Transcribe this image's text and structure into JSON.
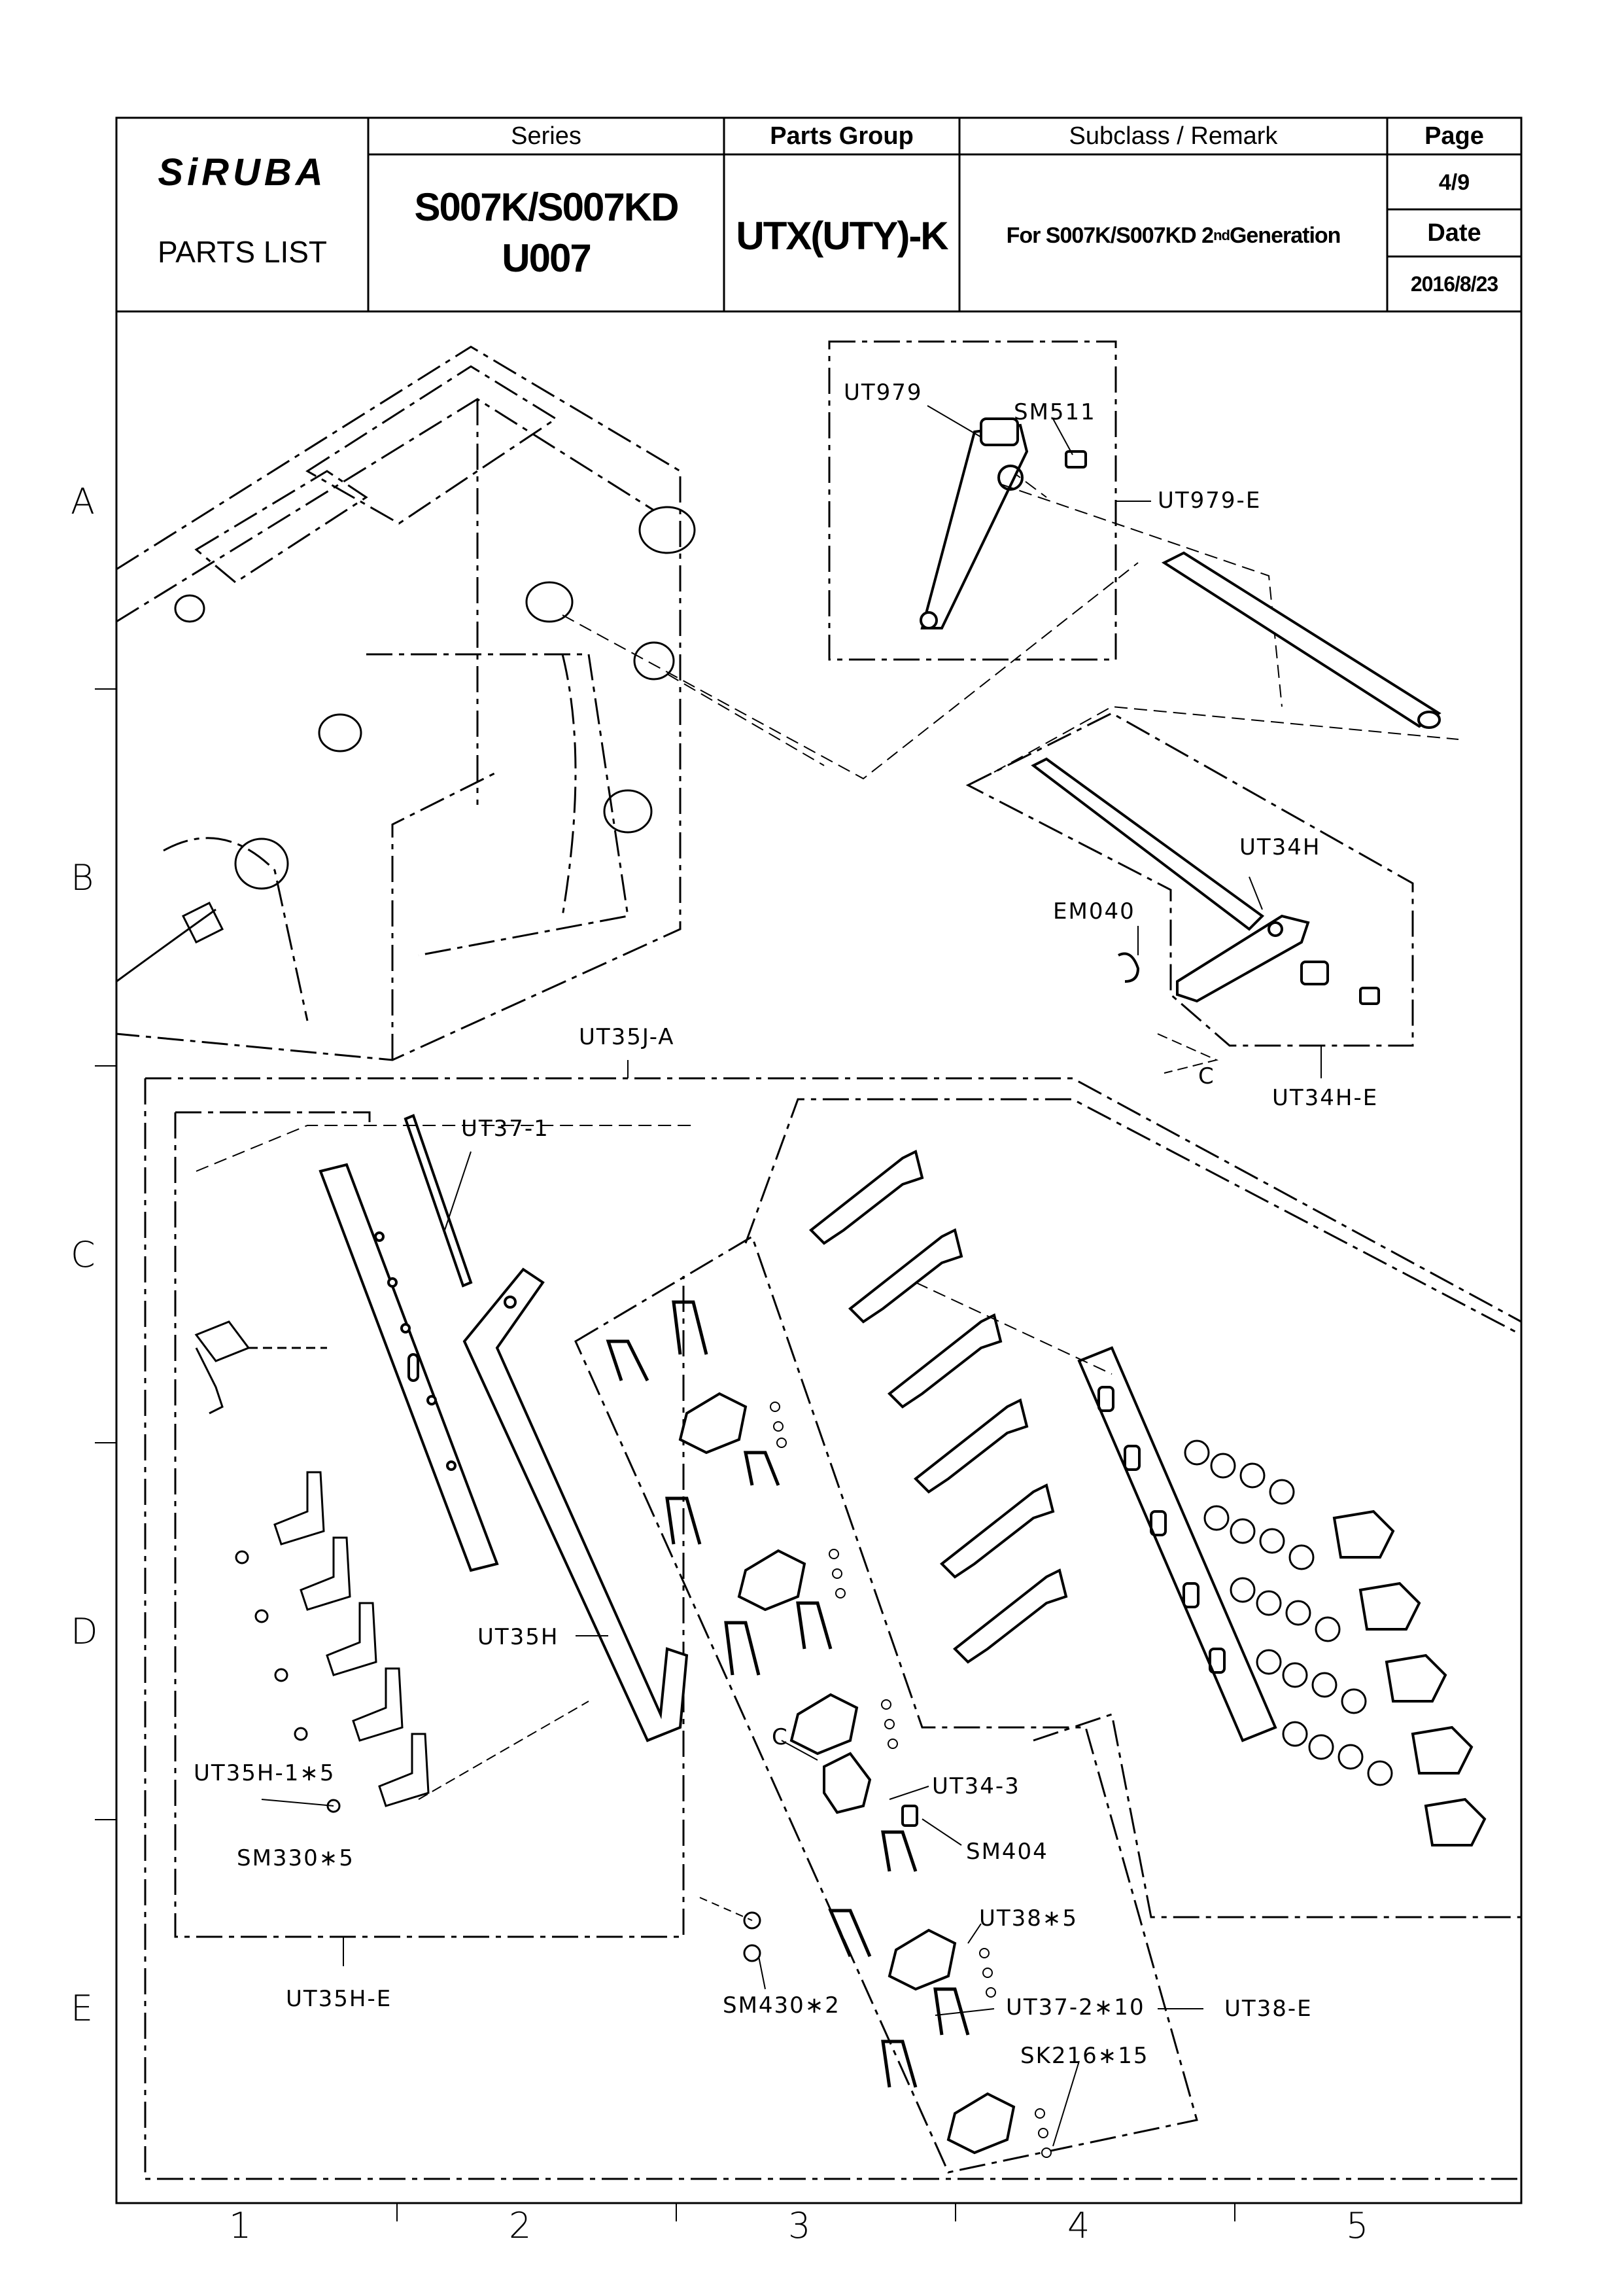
{
  "header": {
    "brand": "SiRUBA",
    "list_title": "PARTS  LIST",
    "series_label": "Series",
    "series_line1": "S007K/S007KD",
    "series_line2": "U007",
    "parts_group_label": "Parts Group",
    "parts_group_value": "UTX(UTY)-K",
    "subclass_label": "Subclass / Remark",
    "subclass_value_pre": "For S007K/S007KD 2",
    "subclass_value_sup": "nd",
    "subclass_value_post": " Generation",
    "page_label": "Page",
    "page_value": "4/9",
    "date_label": "Date",
    "date_value": "2016/8/23"
  },
  "grid": {
    "rows": [
      "A",
      "B",
      "C",
      "D",
      "E"
    ],
    "columns": [
      "1",
      "2",
      "3",
      "4",
      "5"
    ]
  },
  "callouts": {
    "ut979": "UT979",
    "sm511": "SM511",
    "ut979_e": "UT979-E",
    "ut34h": "UT34H",
    "em040": "EM040",
    "c_top": "C",
    "ut34h_e": "UT34H-E",
    "ut35j_a": "UT35J-A",
    "ut37_1": "UT37-1",
    "ut35h": "UT35H",
    "ut35h_1": "UT35H-1∗5",
    "sm330": "SM330∗5",
    "ut35h_e": "UT35H-E",
    "c_mid": "C",
    "ut34_3": "UT34-3",
    "sm404": "SM404",
    "ut38": "UT38∗5",
    "sm430": "SM430∗2",
    "ut37_2": "UT37-2∗10",
    "ut38_e": "UT38-E",
    "sk216": "SK216∗15"
  }
}
